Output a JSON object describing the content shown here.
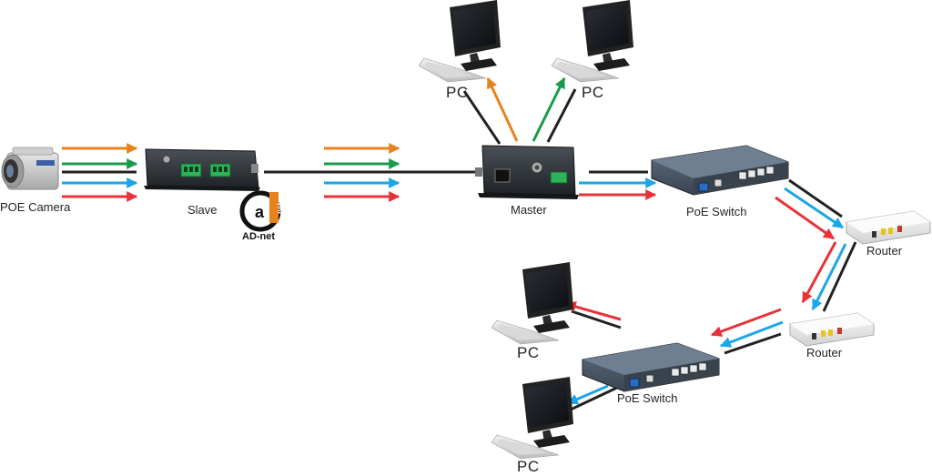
{
  "nodes": {
    "poe_camera": "POE Camera",
    "slave": "Slave",
    "master": "Master",
    "poe_switch_top": "PoE Switch",
    "poe_switch_bottom": "PoE Switch",
    "router_top": "Router",
    "router_bottom": "Router",
    "pc_top_left": "PC",
    "pc_top_right": "PC",
    "pc_bottom_upper": "PC",
    "pc_bottom_lower": "PC"
  },
  "logo": {
    "letter": "a",
    "sub": "net",
    "name": "AD-net"
  },
  "colors": {
    "orange": "#e8821e",
    "green": "#1a9a4a",
    "black": "#222222",
    "blue": "#1aa6e8",
    "red": "#e8323a"
  }
}
